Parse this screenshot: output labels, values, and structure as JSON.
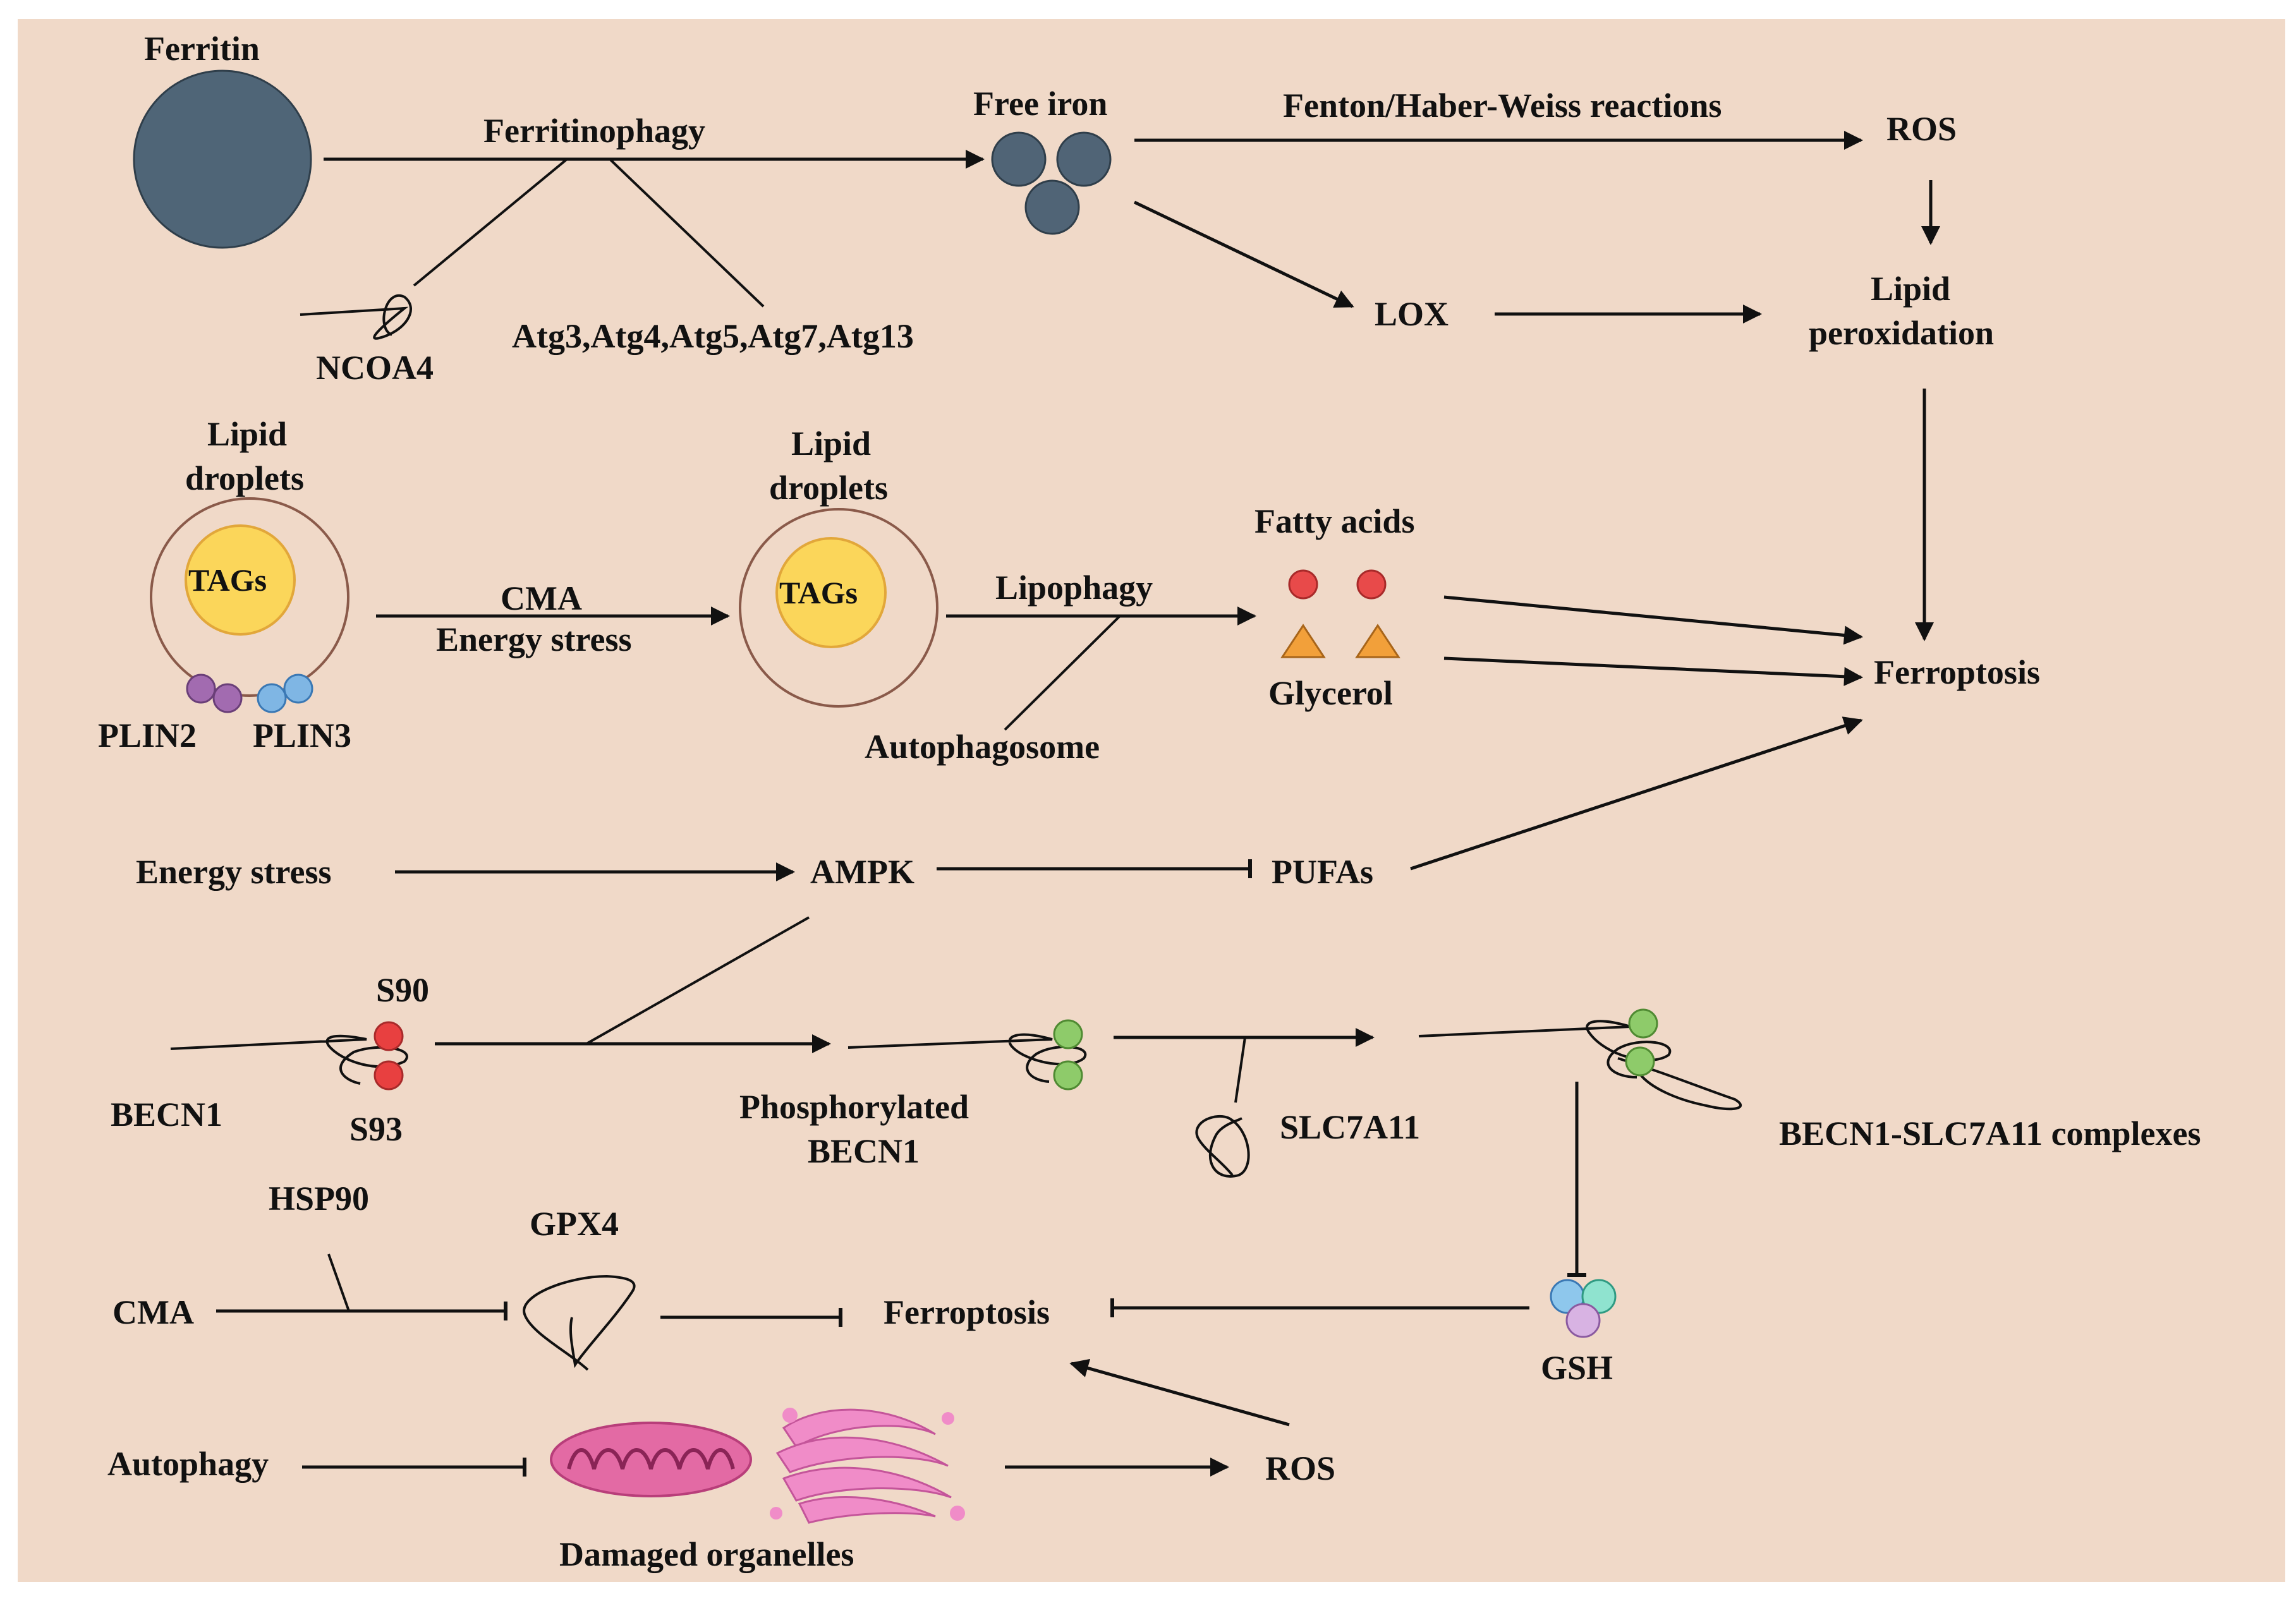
{
  "labels": {
    "ferritin": "Ferritin",
    "ferritinophagy": "Ferritinophagy",
    "free_iron": "Free iron",
    "fenton": "Fenton/Haber-Weiss reactions",
    "ros_top": "ROS",
    "ncoa4": "NCOA4",
    "atgs": "Atg3,Atg4,Atg5,Atg7,Atg13",
    "lox": "LOX",
    "lipid_peroxidation_1": "Lipid",
    "lipid_peroxidation_2": "peroxidation",
    "lipid_droplets_left_1": "Lipid",
    "lipid_droplets_left_2": "droplets",
    "lipid_droplets_mid_1": "Lipid",
    "lipid_droplets_mid_2": "droplets",
    "tags_left": "TAGs",
    "tags_mid": "TAGs",
    "cma_top": "CMA",
    "energy_stress_top": "Energy stress",
    "lipophagy": "Lipophagy",
    "autophagosome": "Autophagosome",
    "fatty_acids": "Fatty acids",
    "glycerol": "Glycerol",
    "ferroptosis_right": "Ferroptosis",
    "plin2": "PLIN2",
    "plin3": "PLIN3",
    "energy_stress_mid": "Energy stress",
    "ampk": "AMPK",
    "pufas": "PUFAs",
    "s90": "S90",
    "s93": "S93",
    "becn1": "BECN1",
    "phospho_becn1_1": "Phosphorylated",
    "phospho_becn1_2": "BECN1",
    "slc7a11": "SLC7A11",
    "becn1_slc7a11": "BECN1-SLC7A11 complexes",
    "hsp90": "HSP90",
    "gpx4": "GPX4",
    "cma_bottom": "CMA",
    "ferroptosis_bottom": "Ferroptosis",
    "gsh": "GSH",
    "autophagy": "Autophagy",
    "ros_bottom": "ROS",
    "damaged_organelles": "Damaged organelles"
  },
  "colors": {
    "background": "#f0d9c8",
    "ferritin": "#4f6577",
    "iron": "#506476",
    "tags_fill": "#fbd65a",
    "tags_stroke": "#e2a73a",
    "droplet_ring": "#8a5a4a",
    "fatty_acid": "#e84a4a",
    "glycerol": "#f2a03a",
    "phospho_red": "#e84040",
    "phospho_green": "#8ecb6a",
    "plin2": "#a26bb0",
    "plin3": "#7fb6e4",
    "gsh_blue": "#8ec7ec",
    "gsh_teal": "#8fe3cf",
    "gsh_purple": "#d8b3e3",
    "mitochondria": "#e36aa4",
    "golgi": "#f08cc8"
  }
}
